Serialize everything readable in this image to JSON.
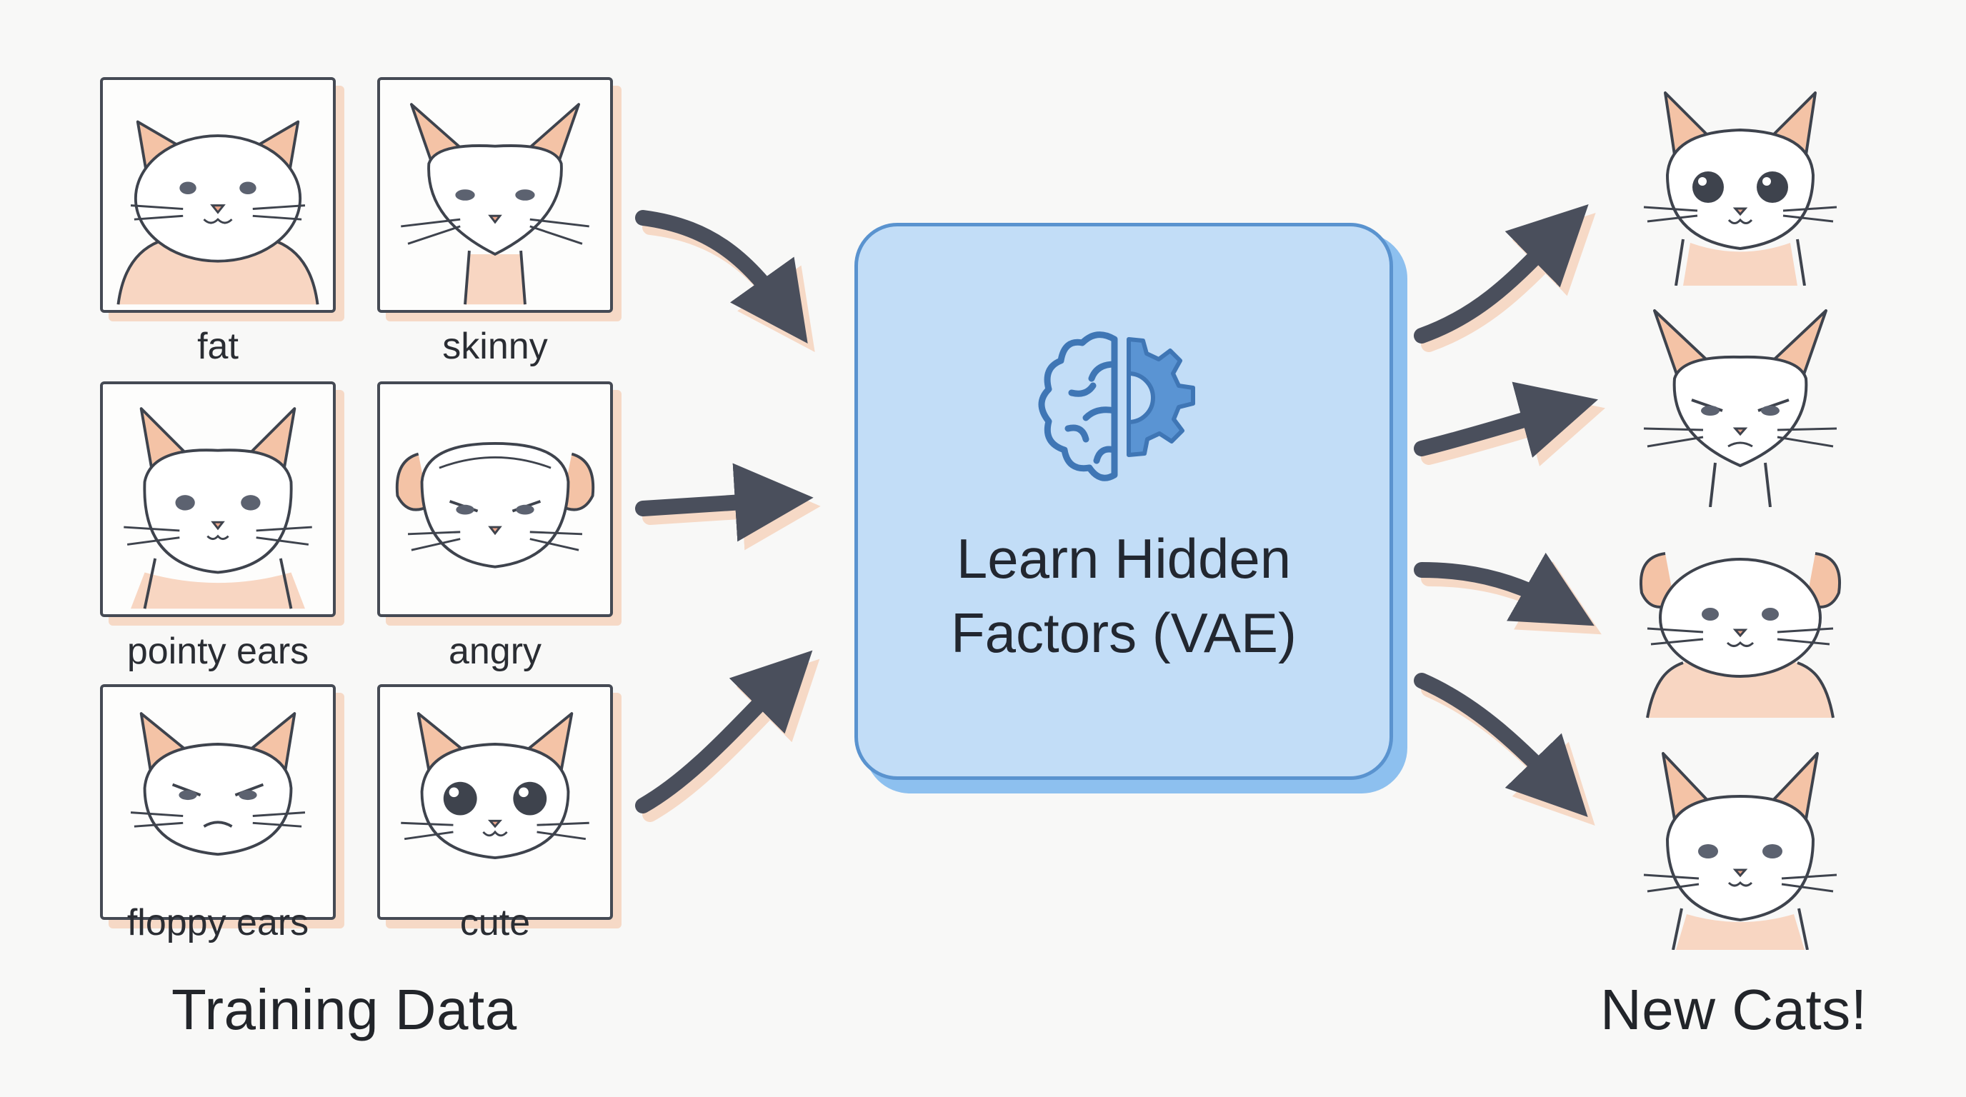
{
  "training": {
    "title": "Training Data",
    "cards": [
      {
        "label": "fat"
      },
      {
        "label": "skinny"
      },
      {
        "label": "pointy ears"
      },
      {
        "label": "angry"
      },
      {
        "label": "floppy ears"
      },
      {
        "label": "cute"
      }
    ]
  },
  "model": {
    "title_line1": "Learn Hidden",
    "title_line2": "Factors (VAE)",
    "icon": "brain-gear-icon"
  },
  "output": {
    "title": "New Cats!"
  },
  "colors": {
    "background": "#f8f8f7",
    "box_fill": "#c2ddf7",
    "box_border": "#5a93cf",
    "arrow": "#4a4f5c",
    "accent_peach": "#f6d9c6"
  }
}
